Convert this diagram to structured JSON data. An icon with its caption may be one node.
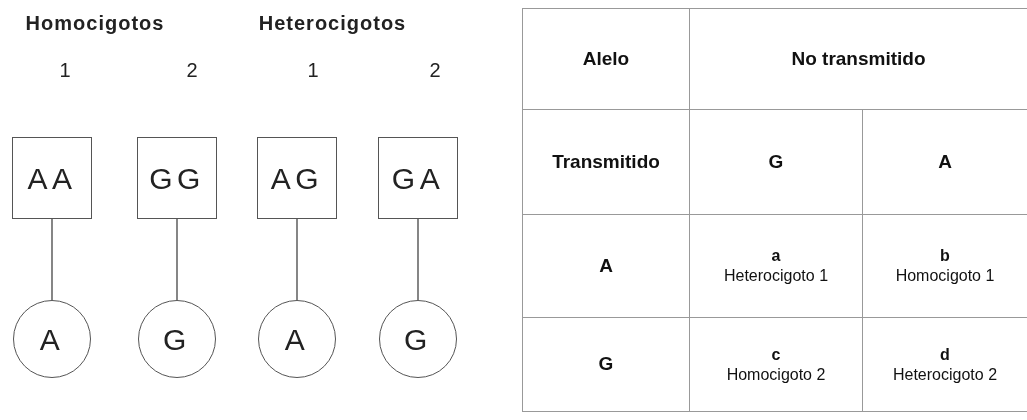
{
  "diagram": {
    "nodes": [
      {
        "text": [
          "AA"
        ]
      },
      {
        "text": [
          "GG"
        ]
      },
      {
        "text": [
          "AG"
        ]
      },
      {
        "text": [
          "GA"
        ]
      },
      {
        "text": [
          "A"
        ]
      },
      {
        "text": [
          "G"
        ]
      },
      {
        "text": [
          "A"
        ]
      },
      {
        "text": [
          "G"
        ]
      }
    ],
    "edges": [
      {
        "from": 0,
        "to": 4,
        "arrow": "none"
      },
      {
        "from": 1,
        "to": 5,
        "arrow": "none"
      },
      {
        "from": 2,
        "to": 6,
        "arrow": "none"
      },
      {
        "from": 3,
        "to": 7,
        "arrow": "none"
      }
    ],
    "labels": [
      "Homocigotos",
      "Heterocigotos",
      "1",
      "2",
      "1",
      "2",
      "Alelo",
      "No transmitido",
      "Transmitido",
      "G",
      "A",
      "A",
      "a",
      "Heterocigoto 1",
      "b",
      "Homocigoto 1",
      "G",
      "c",
      "Homocigoto 2",
      "d",
      "Heterocigoto 2"
    ]
  }
}
